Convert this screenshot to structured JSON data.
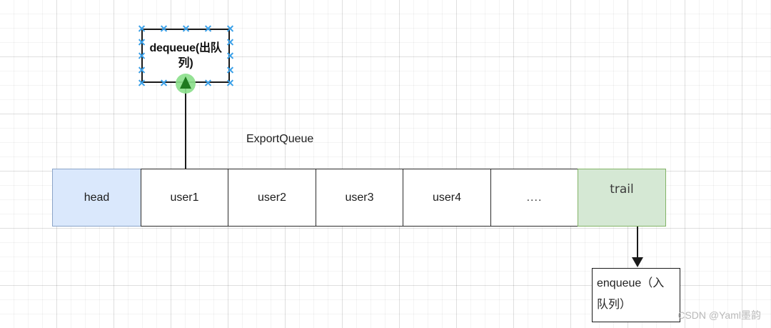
{
  "diagram": {
    "title_label": "ExportQueue",
    "dequeue_box": {
      "text": "dequeue(出队列)"
    },
    "enqueue_box": {
      "text": "enqueue（入队列）"
    },
    "queue": {
      "cells": [
        {
          "label": "head",
          "kind": "head"
        },
        {
          "label": "user1",
          "kind": "item"
        },
        {
          "label": "user2",
          "kind": "item"
        },
        {
          "label": "user3",
          "kind": "item"
        },
        {
          "label": "user4",
          "kind": "item"
        },
        {
          "label": "....",
          "kind": "ellipsis"
        },
        {
          "label": "trail",
          "kind": "trail"
        }
      ]
    },
    "colors": {
      "head_fill": "#dae8fc",
      "head_stroke": "#8aa4c8",
      "trail_fill": "#d5e8d4",
      "trail_stroke": "#82b366",
      "cell_stroke": "#2b2b2b",
      "connector": "#1a1a1a",
      "endpoint_green": "#8ce08c",
      "handle_blue": "#3aa0e8"
    }
  },
  "watermark": {
    "text": "CSDN @Yaml墨韵"
  }
}
